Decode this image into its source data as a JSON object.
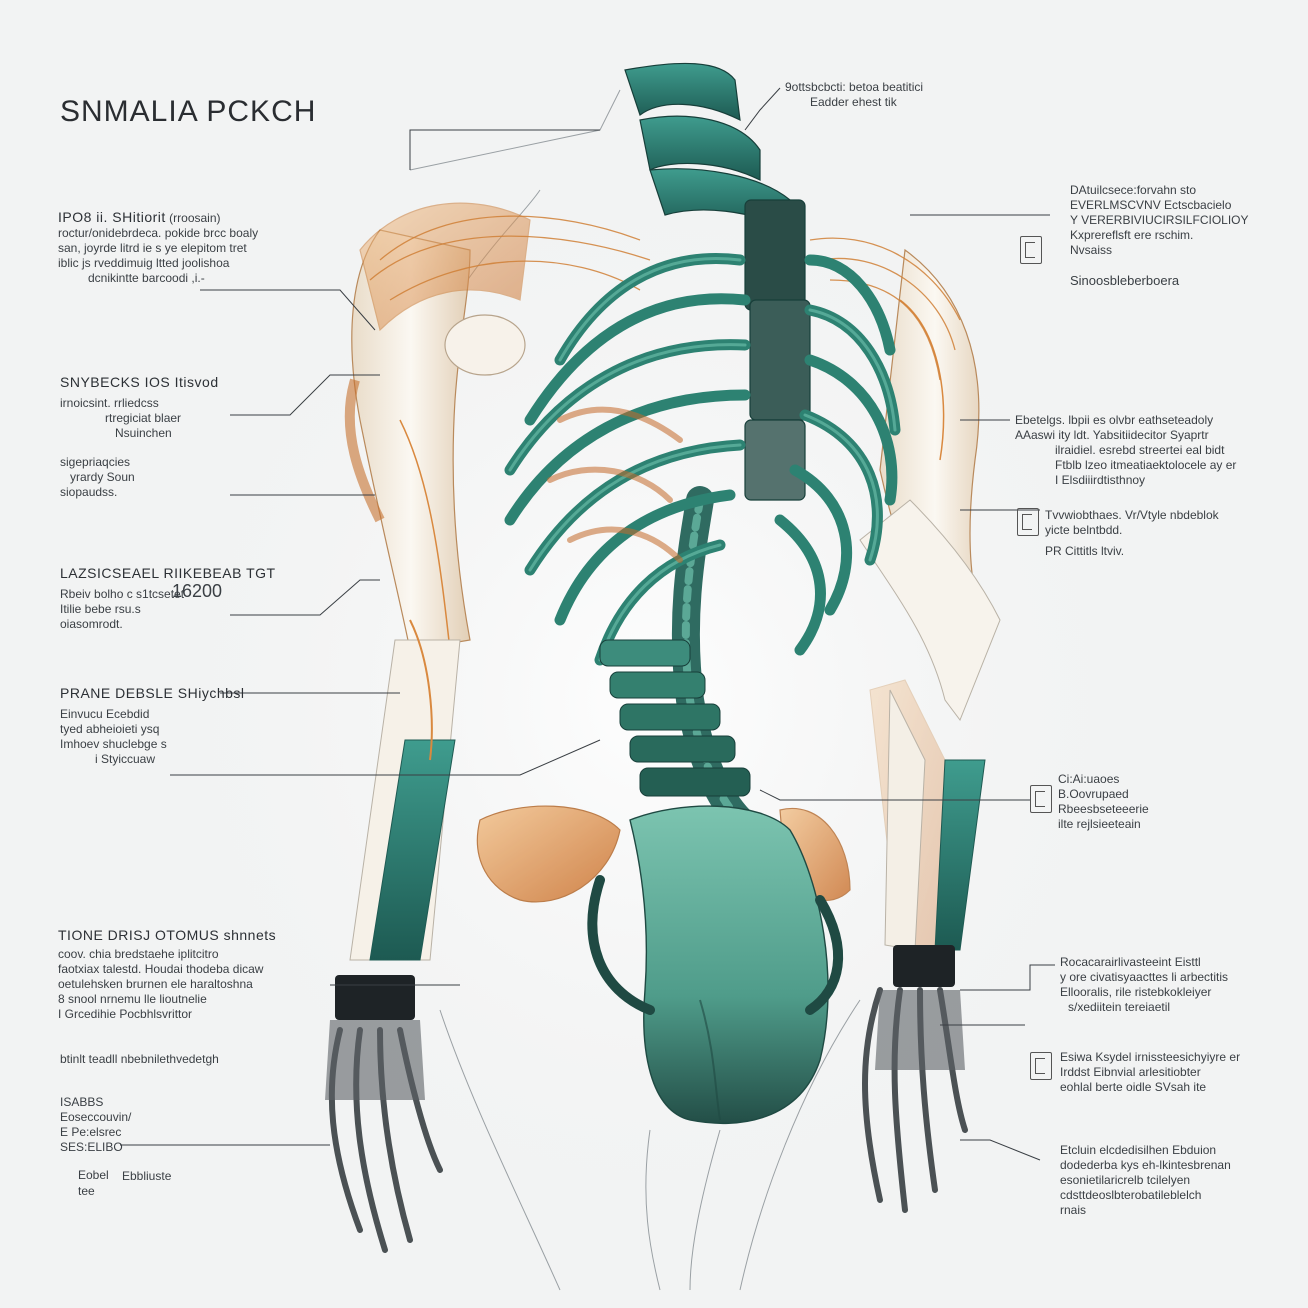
{
  "title": "SNMALIA PCKCH",
  "colors": {
    "background": "#f2f3f3",
    "teal": "#2f8a7c",
    "teal_dark": "#1f5b53",
    "copper": "#d9893f",
    "bone": "#f4efe6",
    "leader": "#3a3f44"
  },
  "left_notes": [
    {
      "heading": "IPO8 ii. SHitiorit",
      "heading_suffix": "(rroosain)",
      "lines": [
        "roctur/onidebrdeca. pokide brcc boaly",
        "san, joyrde litrd ie s ye elepitom tret",
        "iblic js rveddimuig ltted joolishoa",
        "dcnikintte barcoodi ,i.-"
      ]
    },
    {
      "heading": "SNYBECKS IOS Itisvod",
      "heading_suffix": "",
      "lines": [
        "irnoicsint. rrliedcss",
        "rtregiciat blaer",
        "Nsuinchen",
        "sigepriaqcies",
        "yrardy Soun",
        "siopaudss."
      ]
    },
    {
      "heading": "LAZSICSEAEL RIIKEBEAB TGT",
      "heading_suffix": "",
      "lines": [
        "Rbeiv bolho c s1tcsetet",
        "Itilie bebe rsu.s",
        "oiasomrodt."
      ],
      "figure": "16200"
    },
    {
      "heading": "PRANE DEBSLE SHiychbsl",
      "heading_suffix": "",
      "lines": [
        "Einvucu Ecebdid",
        "tyed abheioieti ysq",
        "Imhoev shuclebge s",
        "i Styiccuaw"
      ]
    },
    {
      "heading": "TIONE DRISJ OTOMUS shnnets",
      "heading_suffix": "",
      "lines": [
        "coov. chia bredstaehe iplitcitro",
        "faotxiax talestd. Houdai thodeba dicaw",
        "oetulehsken brurnen ele haraltoshna",
        "8  snool nrnemu lle lioutnelie",
        "I   Grcedihie Pocbhlsvrittor"
      ]
    },
    {
      "heading": "",
      "heading_suffix": "",
      "lines": [
        "btinlt teadll nbebnilethvedetgh"
      ]
    },
    {
      "heading": "",
      "heading_suffix": "",
      "lines": [
        "ISABBS",
        "Eoseccouvin/",
        "E Pe:elsrec",
        "SES:ELIBO"
      ]
    },
    {
      "heading": "",
      "heading_suffix": "",
      "lines": [
        "Eobel",
        "Ebbliuste",
        "tee"
      ]
    }
  ],
  "right_notes": [
    {
      "lines": [
        "9ottsbcbcti: betoa beatitici",
        "Eadder ehest tik"
      ]
    },
    {
      "lines": [
        "DAtuilcsece:forvahn sto",
        "EVERLMSCVNV Ectscbacielo",
        "Y VERERBIVIUCIRSILFCIOLIOY",
        "Kxprereflsft ere rschim.",
        "Nvsaiss",
        "Sinoosbleberboera"
      ]
    },
    {
      "lines": [
        "Ebetelgs. lbpii es olvbr eathseteadoly",
        "AAaswi ity ldt. Yabsitiidecitor Syaprtr",
        "ilraidiel. esrebd streertei eal bidt",
        "Ftblb lzeo itmeatiaektolocele ay er",
        "I Elsdiiirdtisthnoy"
      ]
    },
    {
      "lines": [
        "Tvvwiobthaes. Vr/Vtyle nbdeblok",
        "yicte belntbdd.",
        "PR Cittitls ltviv."
      ]
    },
    {
      "lines": [
        "Ci:Ai:uaoes",
        "B.Oovrupaed",
        "Rbeesbseteeerie",
        "ilte rejlsieeteain"
      ]
    },
    {
      "lines": [
        "Rocacarairlivasteeint Eisttl",
        "y ore civatisyaacttes li arbectitis",
        "Ellooralis, rile ristebkokleiyer",
        "s/xediitein tereiaetil"
      ]
    },
    {
      "lines": [
        "Esiwa Ksydel irnissteesichyiyre er",
        "Irddst Eibnvial arlesitiobter",
        "eohlal berte oidle SVsah ite"
      ]
    },
    {
      "lines": [
        "Etcluin elcdedisilhen Ebduion",
        "dodederba kys eh-lkintesbrenan",
        "esonietilaricrelb tcilelyen",
        "cdsttdeoslbterobatileblelch",
        "rnais"
      ]
    }
  ]
}
